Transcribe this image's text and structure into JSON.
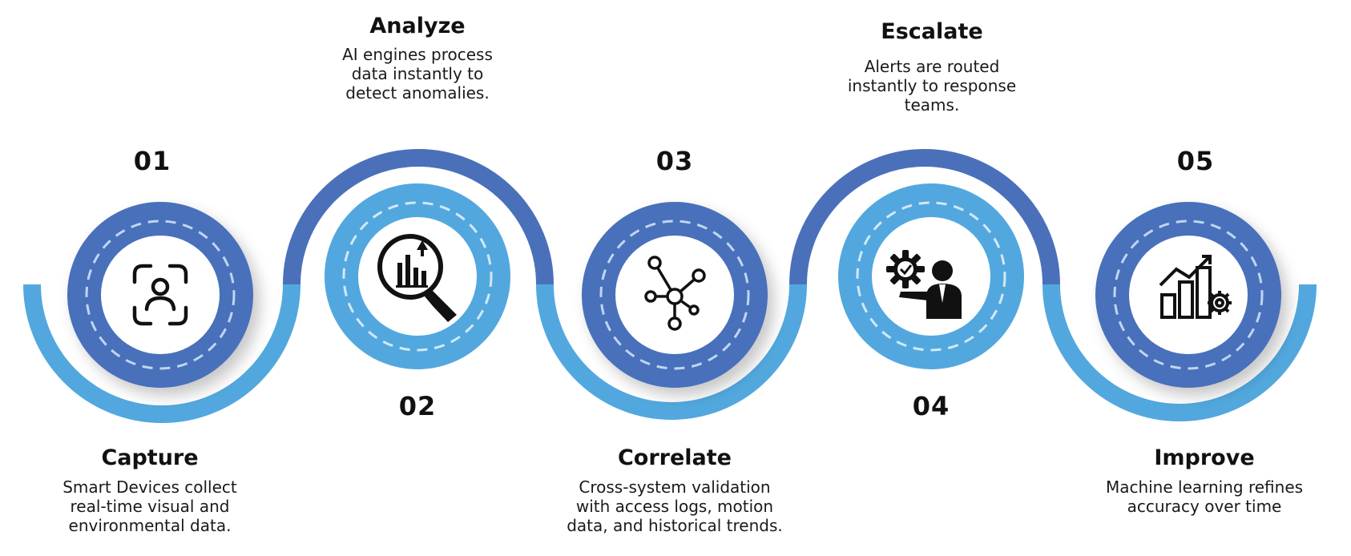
{
  "colors": {
    "dark_blue": "#4A70BA",
    "light_blue": "#52A8DE",
    "dash": "#BFD6F2",
    "icon": "#111111"
  },
  "steps": [
    {
      "number": "01",
      "title": "Capture",
      "description": "Smart Devices collect\nreal-time visual and\nenvironmental data.",
      "icon": "face-scan-icon"
    },
    {
      "number": "02",
      "title": "Analyze",
      "description": "AI engines process\ndata instantly to\ndetect anomalies.",
      "icon": "analytics-magnifier-icon"
    },
    {
      "number": "03",
      "title": "Correlate",
      "description": "Cross-system validation\nwith access logs, motion\ndata, and historical trends.",
      "icon": "network-nodes-icon"
    },
    {
      "number": "04",
      "title": "Escalate",
      "description": "Alerts are routed\ninstantly to response\nteams.",
      "icon": "gear-person-icon"
    },
    {
      "number": "05",
      "title": "Improve",
      "description": "Machine learning refines\naccuracy over time",
      "icon": "growth-chart-gear-icon"
    }
  ]
}
